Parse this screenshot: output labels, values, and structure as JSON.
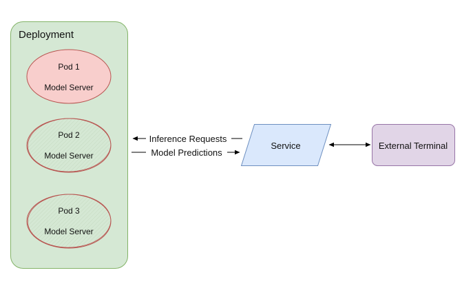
{
  "deployment": {
    "title": "Deployment"
  },
  "pods": [
    {
      "name": "Pod 1",
      "role": "Model Server"
    },
    {
      "name": "Pod 2",
      "role": "Model Server"
    },
    {
      "name": "Pod 3",
      "role": "Model Server"
    }
  ],
  "edges": {
    "request_label": "Inference Requests",
    "prediction_label": "Model Predictions"
  },
  "service": {
    "label": "Service"
  },
  "terminal": {
    "label": "External Terminal"
  },
  "colors": {
    "deployment_fill": "#d5e8d4",
    "deployment_stroke": "#82b366",
    "pod1_fill": "#f8cecc",
    "pod1_stroke": "#b85450",
    "pod_other_fill": "#d5e8d4",
    "pod_other_stroke": "#b85450",
    "service_fill": "#dae8fc",
    "service_stroke": "#6c8ebf",
    "terminal_fill": "#e1d5e7",
    "terminal_stroke": "#9673a6"
  }
}
